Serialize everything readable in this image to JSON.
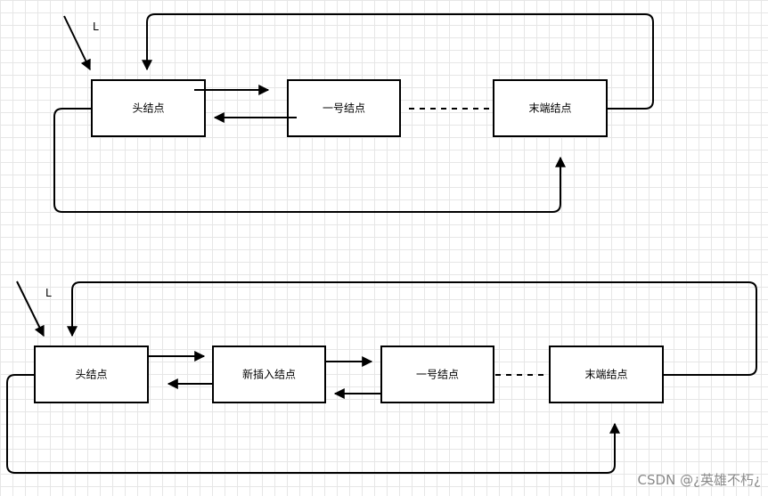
{
  "diagram1": {
    "pointer_label": "L",
    "nodes": {
      "head": "头结点",
      "first": "一号结点",
      "tail": "末端结点"
    }
  },
  "diagram2": {
    "pointer_label": "L",
    "nodes": {
      "head": "头结点",
      "new": "新插入结点",
      "first": "一号结点",
      "tail": "末端结点"
    }
  },
  "watermark": "CSDN @¿英雄不朽¿"
}
